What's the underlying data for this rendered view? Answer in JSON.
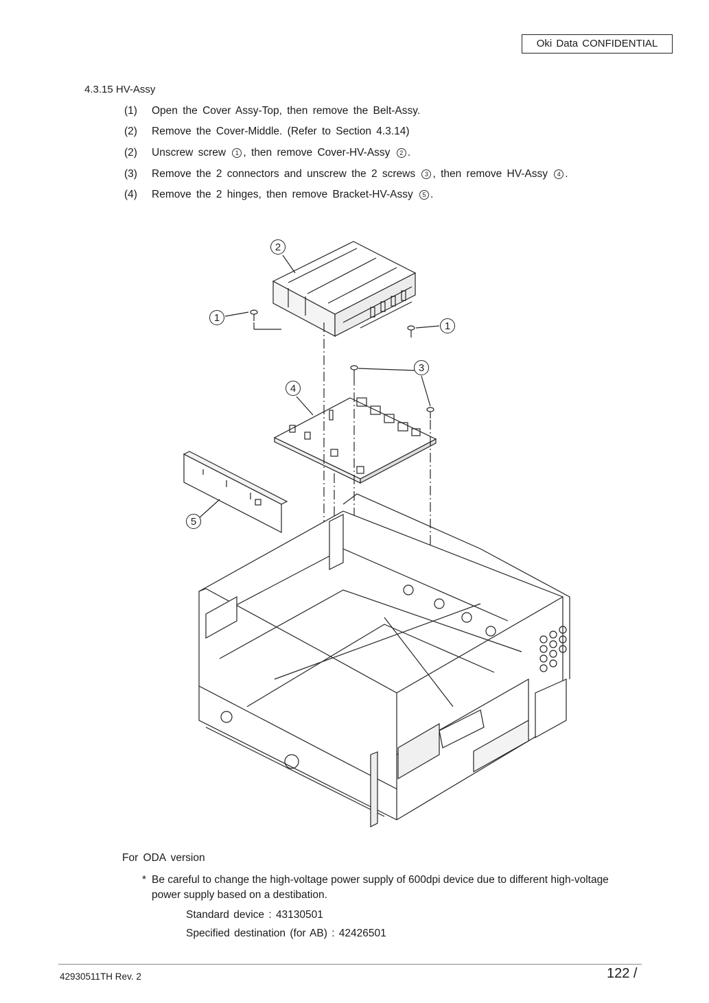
{
  "header": {
    "confidential_label": "Oki Data CONFIDENTIAL"
  },
  "section": {
    "title": "4.3.15 HV-Assy"
  },
  "steps": [
    {
      "num": "(1)",
      "text": "Open the Cover Assy-Top, then remove the Belt-Assy."
    },
    {
      "num": "(2)",
      "text": "Remove the Cover-Middle. (Refer to Section 4.3.14)"
    },
    {
      "num": "(2)",
      "a": "Unscrew screw",
      "c1": "1",
      "b": ", then remove Cover-HV-Assy",
      "c2": "2",
      "c": "."
    },
    {
      "num": "(3)",
      "a": "Remove the 2 connectors and unscrew the 2 screws",
      "c1": "3",
      "b": ", then remove HV-Assy",
      "c2": "4",
      "c": "."
    },
    {
      "num": "(4)",
      "a": "Remove the 2 hinges, then remove Bracket-HV-Assy",
      "c1": "5",
      "b": "."
    }
  ],
  "figure": {
    "callouts": [
      "2",
      "1",
      "1",
      "3",
      "4",
      "5"
    ]
  },
  "notes": {
    "heading": "For ODA version",
    "star": "*",
    "caution": "Be careful to change the high-voltage power supply of 600dpi device due to different high-voltage power supply based on a destibation.",
    "standard": "Standard device : 43130501",
    "specified": "Specified destination (for AB) : 42426501"
  },
  "footer": {
    "doc_id": "42930511TH Rev. 2",
    "page": "122 /"
  }
}
